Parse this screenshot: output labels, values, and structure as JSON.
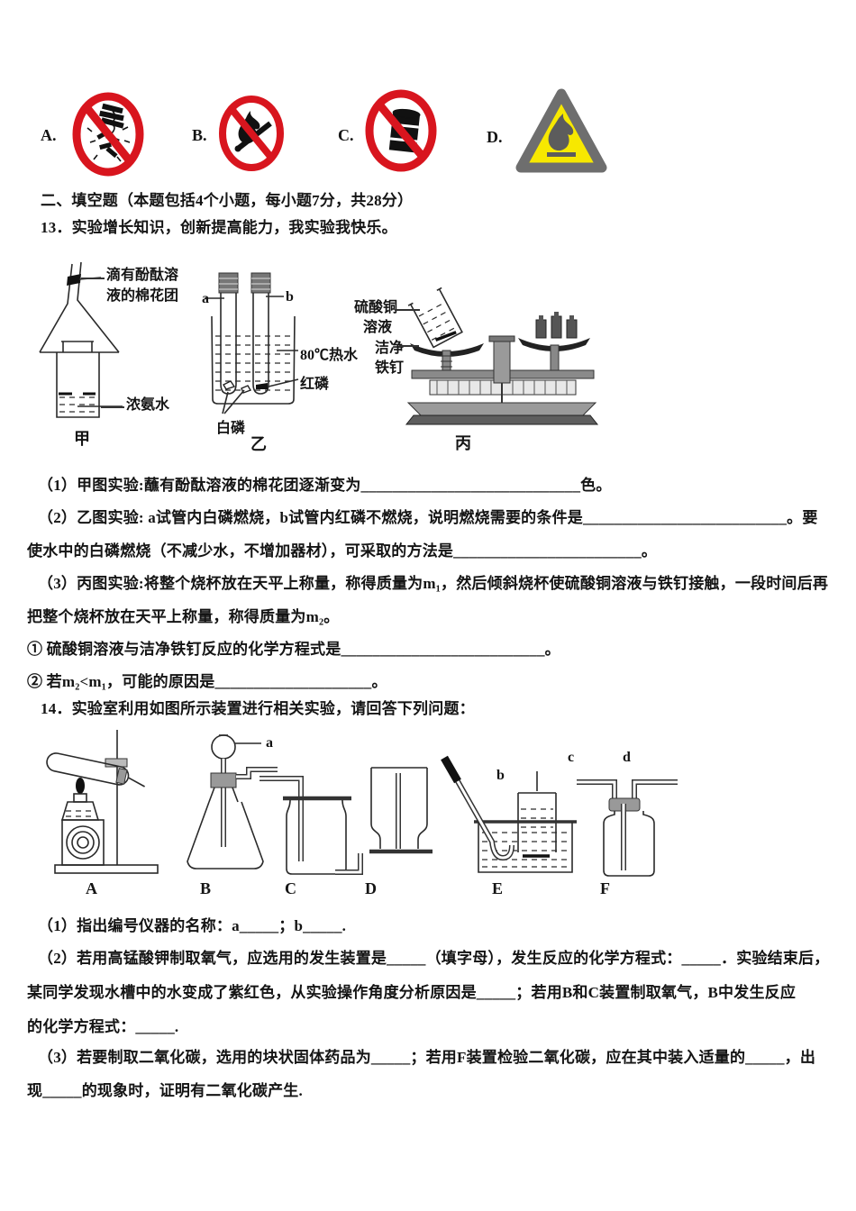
{
  "signs_row": {
    "options": [
      {
        "label": "A.",
        "icon": "no-fireworks"
      },
      {
        "label": "B.",
        "icon": "no-open-flame"
      },
      {
        "label": "C.",
        "icon": "no-flammable-storage"
      },
      {
        "label": "D.",
        "icon": "flammable-warning"
      }
    ],
    "prohibition_red": "#d8151e",
    "warning_yellow": "#f7e800",
    "warning_grey": "#6e6e6e"
  },
  "section2_header": "二、填空题（本题包括4个小题，每小题7分，共28分）",
  "q13": {
    "stem": "13．实验增长知识，创新提高能力，我实验我快乐。",
    "figure": {
      "jia": {
        "caption": "甲",
        "cotton_label_line1": "滴有酚酞溶",
        "cotton_label_line2": "液的棉花团",
        "ammonia_label": "浓氨水"
      },
      "yi": {
        "caption": "乙",
        "tube_a": "a",
        "tube_b": "b",
        "water_label": "80℃热水",
        "red_p_label": "红磷",
        "white_p_label": "白磷"
      },
      "bing": {
        "caption": "丙",
        "solution_label_line1": "硫酸铜",
        "solution_label_line2": "溶液",
        "nail_label_line1": "洁净",
        "nail_label_line2": "铁钉"
      }
    },
    "part1": "（1）甲图实验:蘸有酚酞溶液的棉花团逐渐变为____________________________色。",
    "part2_line1": "（2）乙图实验: a试管内白磷燃烧，b试管内红磷不燃烧，说明燃烧需要的条件是__________________________。要",
    "part2_line2": "使水中的白磷燃烧（不减少水，不增加器材），可采取的方法是________________________。",
    "part3_line1": "（3）丙图实验:将整个烧杯放在天平上称量，称得质量为m₁，然后倾斜烧杯使硫酸铜溶液与铁钉接触，一段时间后再",
    "part3_line2": "把整个烧杯放在天平上称量，称得质量为m₂。",
    "part3_sub1": "① 硫酸铜溶液与洁净铁钉反应的化学方程式是__________________________。",
    "part3_sub2": "② 若m₂<m₁，可能的原因是____________________。"
  },
  "q14": {
    "stem": "14．实验室利用如图所示装置进行相关实验，请回答下列问题：",
    "figure": {
      "captions": [
        "A",
        "B",
        "C",
        "D",
        "E",
        "F"
      ],
      "label_a": "a",
      "label_b": "b",
      "label_c": "c",
      "label_d": "d"
    },
    "part1": "（1）指出编号仪器的名称：a_____；b_____.",
    "part2_line1": "（2）若用高锰酸钾制取氧气，应选用的发生装置是_____（填字母），发生反应的化学方程式：_____．实验结束后，",
    "part2_line2": "某同学发现水槽中的水变成了紫红色，从实验操作角度分析原因是_____；若用B和C装置制取氧气，B中发生反应",
    "part2_line3": "的化学方程式：_____.",
    "part3_line1": "（3）若要制取二氧化碳，选用的块状固体药品为_____；若用F装置检验二氧化碳，应在其中装入适量的_____，出",
    "part3_line2": "现_____的现象时，证明有二氧化碳产生."
  }
}
